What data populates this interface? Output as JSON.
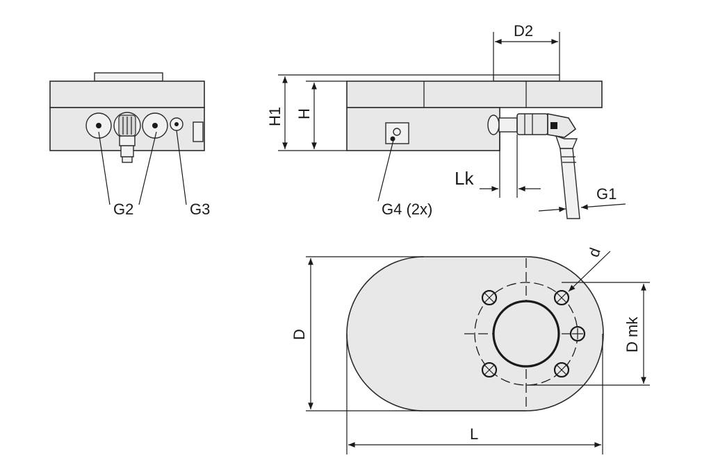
{
  "labels": {
    "g2": "G2",
    "g3": "G3",
    "g4": "G4 (2x)",
    "g1": "G1",
    "lk": "Lk",
    "d2": "D2",
    "h1": "H1",
    "h": "H",
    "d_outer": "D",
    "d_small": "d",
    "dmk": "D mk",
    "l": "L"
  },
  "colors": {
    "body_fill": "#e8e8e8",
    "line": "#1a1a1a"
  }
}
